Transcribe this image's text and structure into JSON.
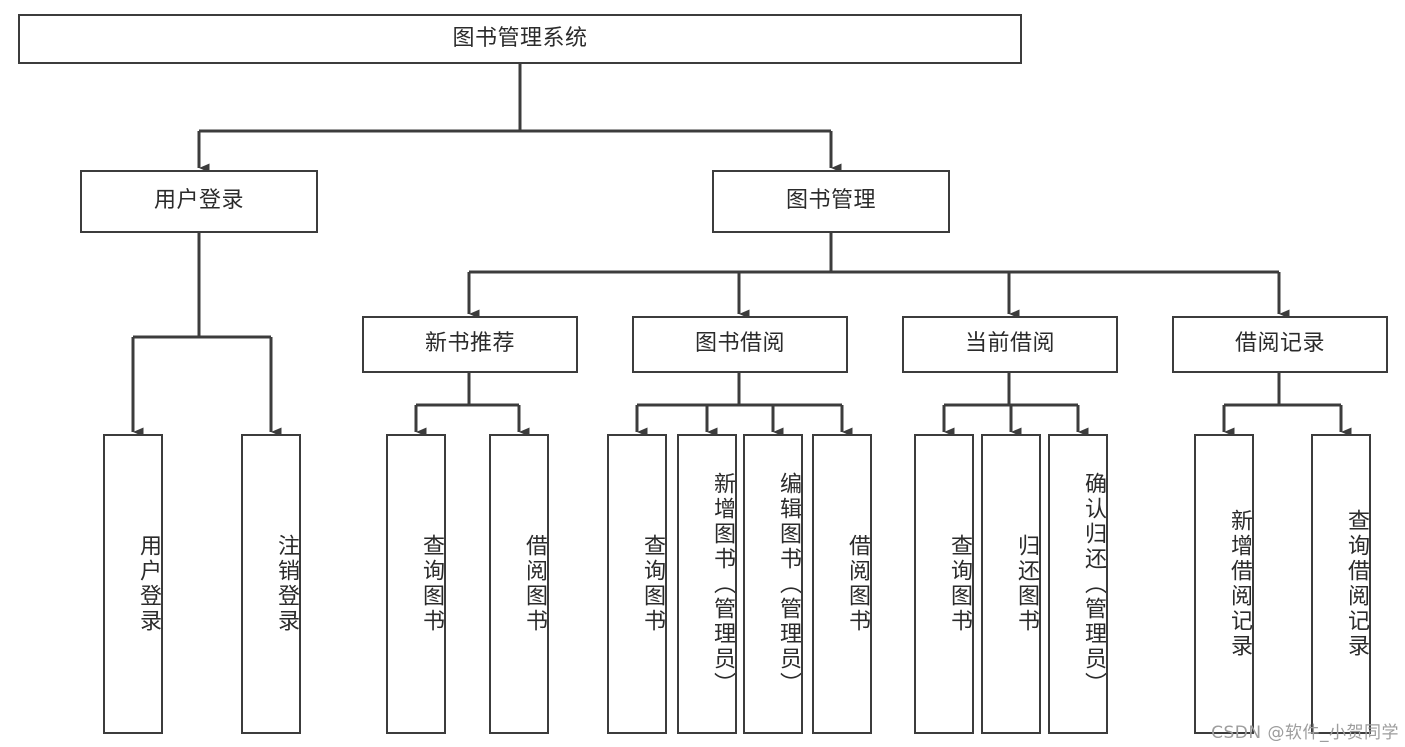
{
  "diagram": {
    "title": "图书管理系统",
    "type": "tree-hierarchy-diagram",
    "colors": {
      "box_border": "#3c3c3c",
      "box_fill": "#ffffff",
      "text": "#2b2b2b",
      "connector": "#3c3c3c",
      "watermark": "#9d9d9d"
    },
    "watermark": "CSDN @软件_小贺同学",
    "root": {
      "label": "图书管理系统"
    },
    "level2": [
      {
        "label": "用户登录"
      },
      {
        "label": "图书管理"
      }
    ],
    "level3": [
      {
        "label": "新书推荐"
      },
      {
        "label": "图书借阅"
      },
      {
        "label": "当前借阅"
      },
      {
        "label": "借阅记录"
      }
    ],
    "leaves": {
      "user_login": [
        {
          "label": "用户登录"
        },
        {
          "label": "注销登录"
        }
      ],
      "new_book_recommend": [
        {
          "label": "查询图书"
        },
        {
          "label": "借阅图书"
        }
      ],
      "book_borrow": [
        {
          "label": "查询图书"
        },
        {
          "label": "新增图书（管理员）"
        },
        {
          "label": "编辑图书（管理员）"
        },
        {
          "label": "借阅图书"
        }
      ],
      "current_borrow": [
        {
          "label": "查询图书"
        },
        {
          "label": "归还图书"
        },
        {
          "label": "确认归还（管理员）"
        }
      ],
      "borrow_record": [
        {
          "label": "新增借阅记录"
        },
        {
          "label": "查询借阅记录"
        }
      ]
    }
  }
}
